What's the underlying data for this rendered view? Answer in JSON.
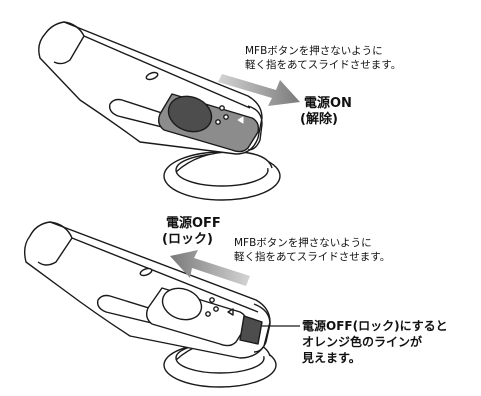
{
  "top": {
    "instruction": [
      "MFBボタンを押さないように",
      "軽く指をあてスライドさせます。"
    ],
    "state": [
      "電源ON",
      "(解除)"
    ]
  },
  "bottom": {
    "state": [
      "電源OFF",
      "(ロック)"
    ],
    "instruction": [
      "MFBボタンを押さないように",
      "軽く指をあてスライドさせます。"
    ],
    "callout": [
      "電源OFF(ロック)にすると",
      "オレンジ色のラインが",
      "見えます。"
    ]
  },
  "colors": {
    "line": "#1a1a1a",
    "button_gray": "#8c8c8c",
    "button_dark": "#4d4d4d",
    "arrow_gray": "#8a8a8a"
  }
}
